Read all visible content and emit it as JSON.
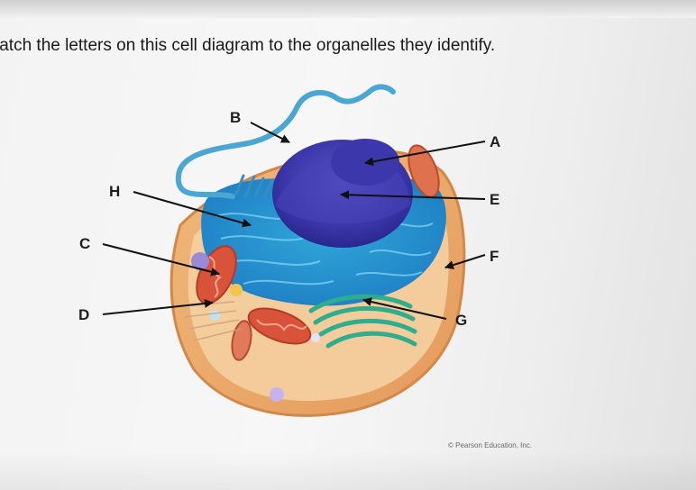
{
  "question": {
    "text": "latch the letters on this cell diagram to the organelles they identify."
  },
  "diagram": {
    "labels": {
      "A": "A",
      "B": "B",
      "C": "C",
      "D": "D",
      "E": "E",
      "F": "F",
      "G": "G",
      "H": "H"
    },
    "credit": "© Pearson Education, Inc."
  }
}
